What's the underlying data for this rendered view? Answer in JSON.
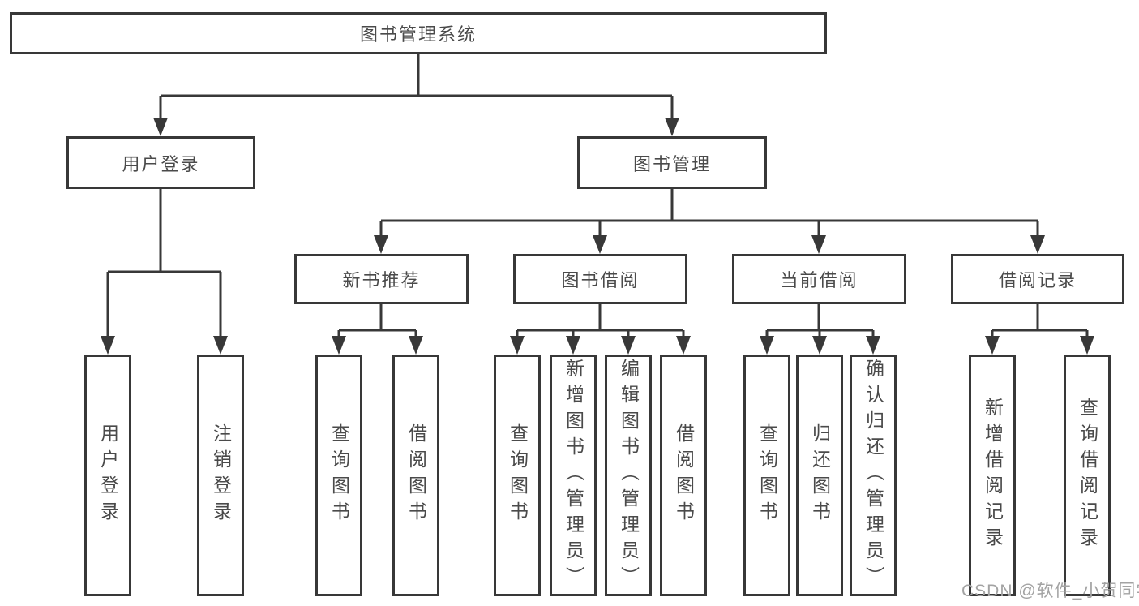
{
  "colors": {
    "line": "#383838",
    "text": "#4a4a4a",
    "background": "#ffffff",
    "watermark": "#a3a3a3"
  },
  "watermark": {
    "text": "CSDN @软件_小贺同学"
  },
  "tree": {
    "label": "图书管理系统",
    "children": [
      {
        "label": "用户登录",
        "children": [
          {
            "label": "用户登录"
          },
          {
            "label": "注销登录"
          }
        ]
      },
      {
        "label": "图书管理",
        "children": [
          {
            "label": "新书推荐",
            "children": [
              {
                "label": "查询图书"
              },
              {
                "label": "借阅图书"
              }
            ]
          },
          {
            "label": "图书借阅",
            "children": [
              {
                "label": "查询图书"
              },
              {
                "label": "新增图书（管理员）"
              },
              {
                "label": "编辑图书（管理员）"
              },
              {
                "label": "借阅图书"
              }
            ]
          },
          {
            "label": "当前借阅",
            "children": [
              {
                "label": "查询图书"
              },
              {
                "label": "归还图书"
              },
              {
                "label": "确认归还（管理员）"
              }
            ]
          },
          {
            "label": "借阅记录",
            "children": [
              {
                "label": "新增借阅记录"
              },
              {
                "label": "查询借阅记录"
              }
            ]
          }
        ]
      }
    ]
  }
}
